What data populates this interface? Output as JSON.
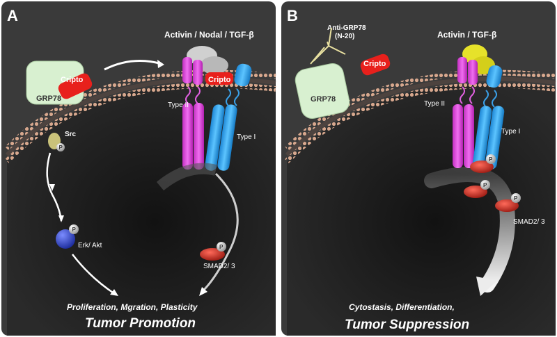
{
  "panel_a": {
    "letter": "A",
    "ligand_label": "Activin  /  Nodal  /  TGF-β",
    "cripto": "Cripto",
    "grp78": "GRP78",
    "type_ii": "Type  II",
    "type_i": "Type   I",
    "src": "Src",
    "phospho": "P",
    "erk_akt": "Erk/  Akt",
    "smad": "SMAD2/  3",
    "outcome": "Proliferation,  Mgration,  Plasticity",
    "result": "Tumor  Promotion"
  },
  "panel_b": {
    "letter": "B",
    "antibody": "Anti-GRP78",
    "antibody_clone": "(N-20)",
    "grp78": "GRP78",
    "cripto": "Cripto",
    "ligand_label": "Activin  /  TGF-β",
    "type_ii": "Type  II",
    "type_i": "Type   I",
    "phospho": "P",
    "smad": "SMAD2/  3",
    "outcome": "Cytostasis,  Differentiation,",
    "result": "Tumor  Suppression"
  },
  "colors": {
    "panel_background": "#3a3a3a",
    "type_ii_receptor": "#e060e0",
    "type_i_receptor": "#3aa0e8",
    "cripto": "#e8201c",
    "grp78": "#d8f0d0",
    "smad": "#c82a20",
    "activin_ligand_b": "#e6e22a"
  }
}
